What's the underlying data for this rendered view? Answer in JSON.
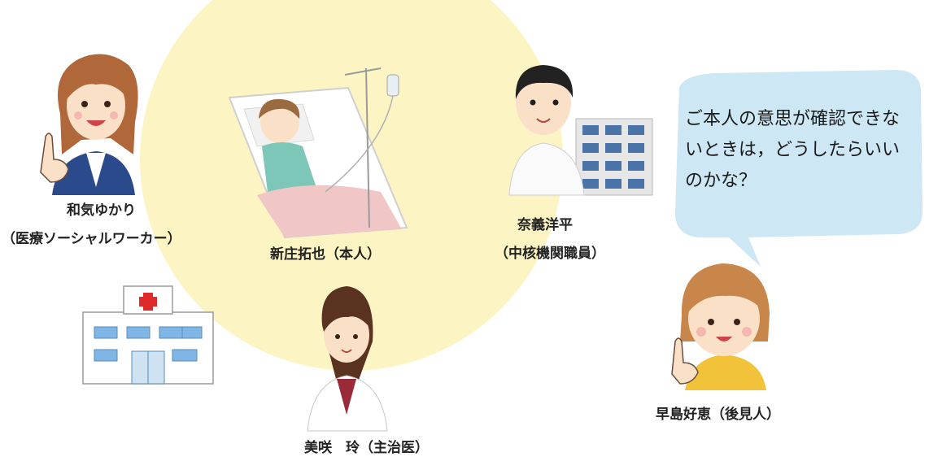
{
  "people": {
    "social_worker": {
      "name": "和気ゆかり",
      "role": "（医療ソーシャルワーカー）"
    },
    "patient": {
      "name_role": "新庄拓也（本人）"
    },
    "staff": {
      "name": "奈義洋平",
      "role": "（中核機関職員）"
    },
    "doctor": {
      "name_role": "美咲　玲（主治医）"
    },
    "guardian": {
      "name_role": "早島好恵（後見人）"
    }
  },
  "speech_bubble": {
    "lines": [
      "ご本人の意思が確認できな",
      "いときは，どうしたらいい",
      "のかな？"
    ]
  },
  "colors": {
    "highlight_circle": "#fdf4c4",
    "speech_bubble": "#cde7f4",
    "hospital_cross": "#e02a2a"
  },
  "icons": [
    "hospital-icon",
    "office-building-icon",
    "iv-drip-icon"
  ]
}
